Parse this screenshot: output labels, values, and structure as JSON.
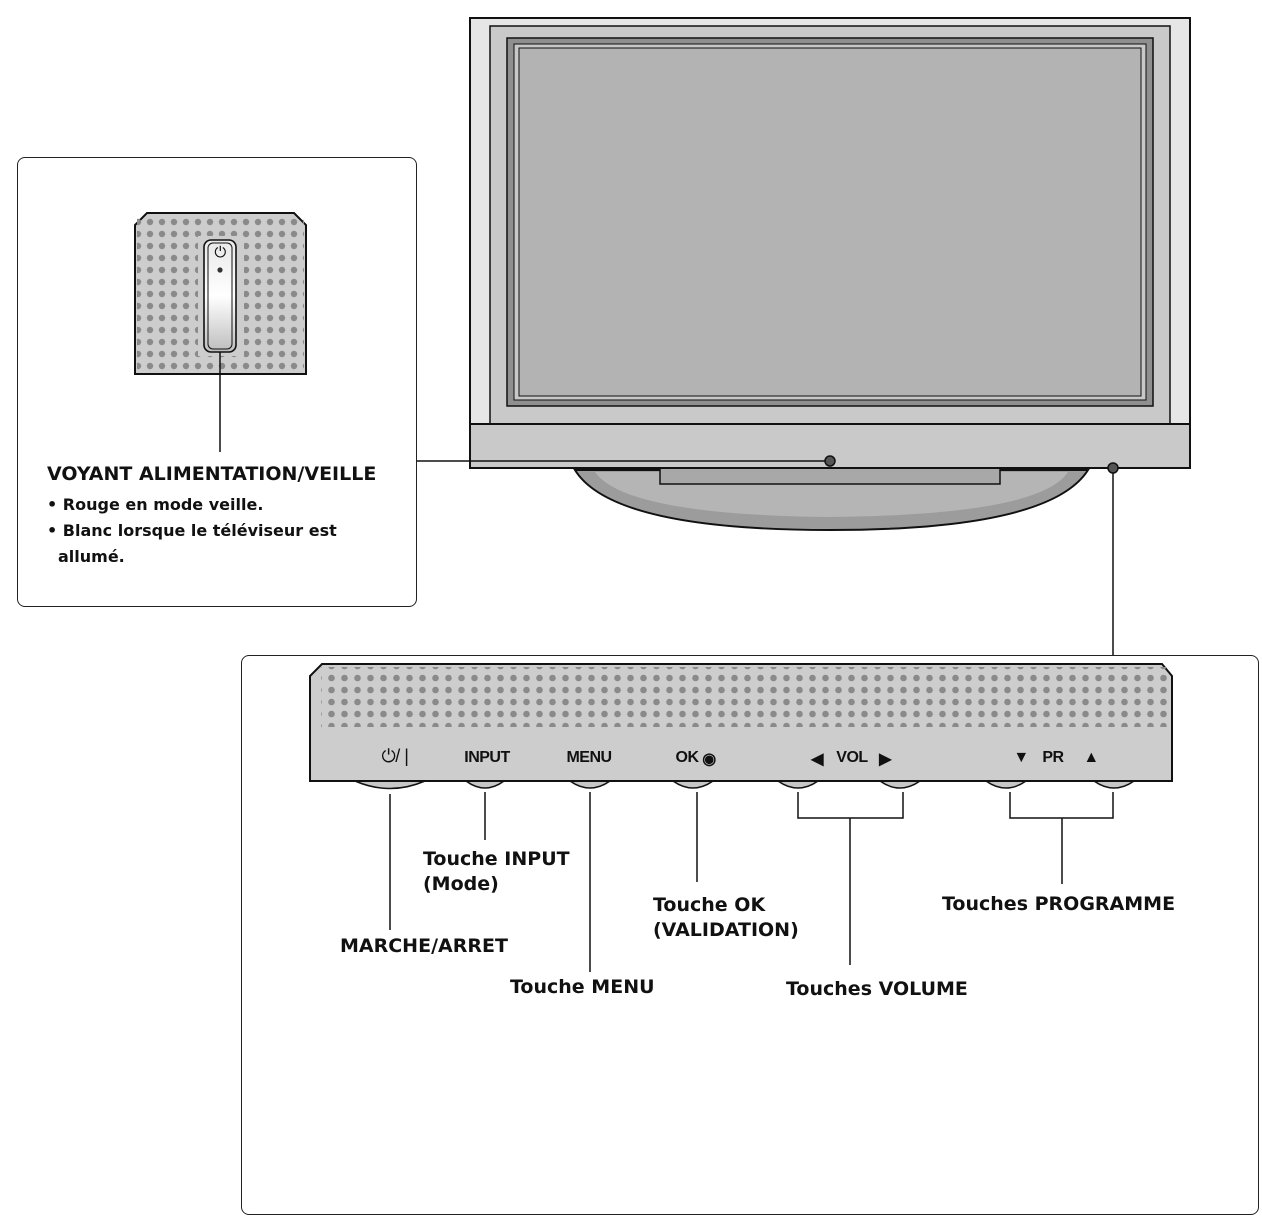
{
  "standby_callout": {
    "title": "VOYANT ALIMENTATION/VEILLE",
    "bullets": [
      "• Rouge en mode veille.",
      "• Blanc lorsque le téléviseur est",
      "allumé."
    ],
    "power_symbol": "⏻"
  },
  "control_panel": {
    "buttons": {
      "power": "⏻/ |",
      "input": "INPUT",
      "menu": "MENU",
      "ok": "OK",
      "vol_left": "◀",
      "vol": "VOL",
      "vol_right": "▶",
      "pr_down": "▼",
      "pr": "PR",
      "pr_up": "▲"
    },
    "labels": {
      "power": "MARCHE/ARRET",
      "input_line1": "Touche INPUT",
      "input_line2": "(Mode)",
      "menu": "Touche MENU",
      "ok_line1": "Touche OK",
      "ok_line2": "(VALIDATION)",
      "volume": "Touches VOLUME",
      "programme": "Touches PROGRAMME"
    }
  }
}
